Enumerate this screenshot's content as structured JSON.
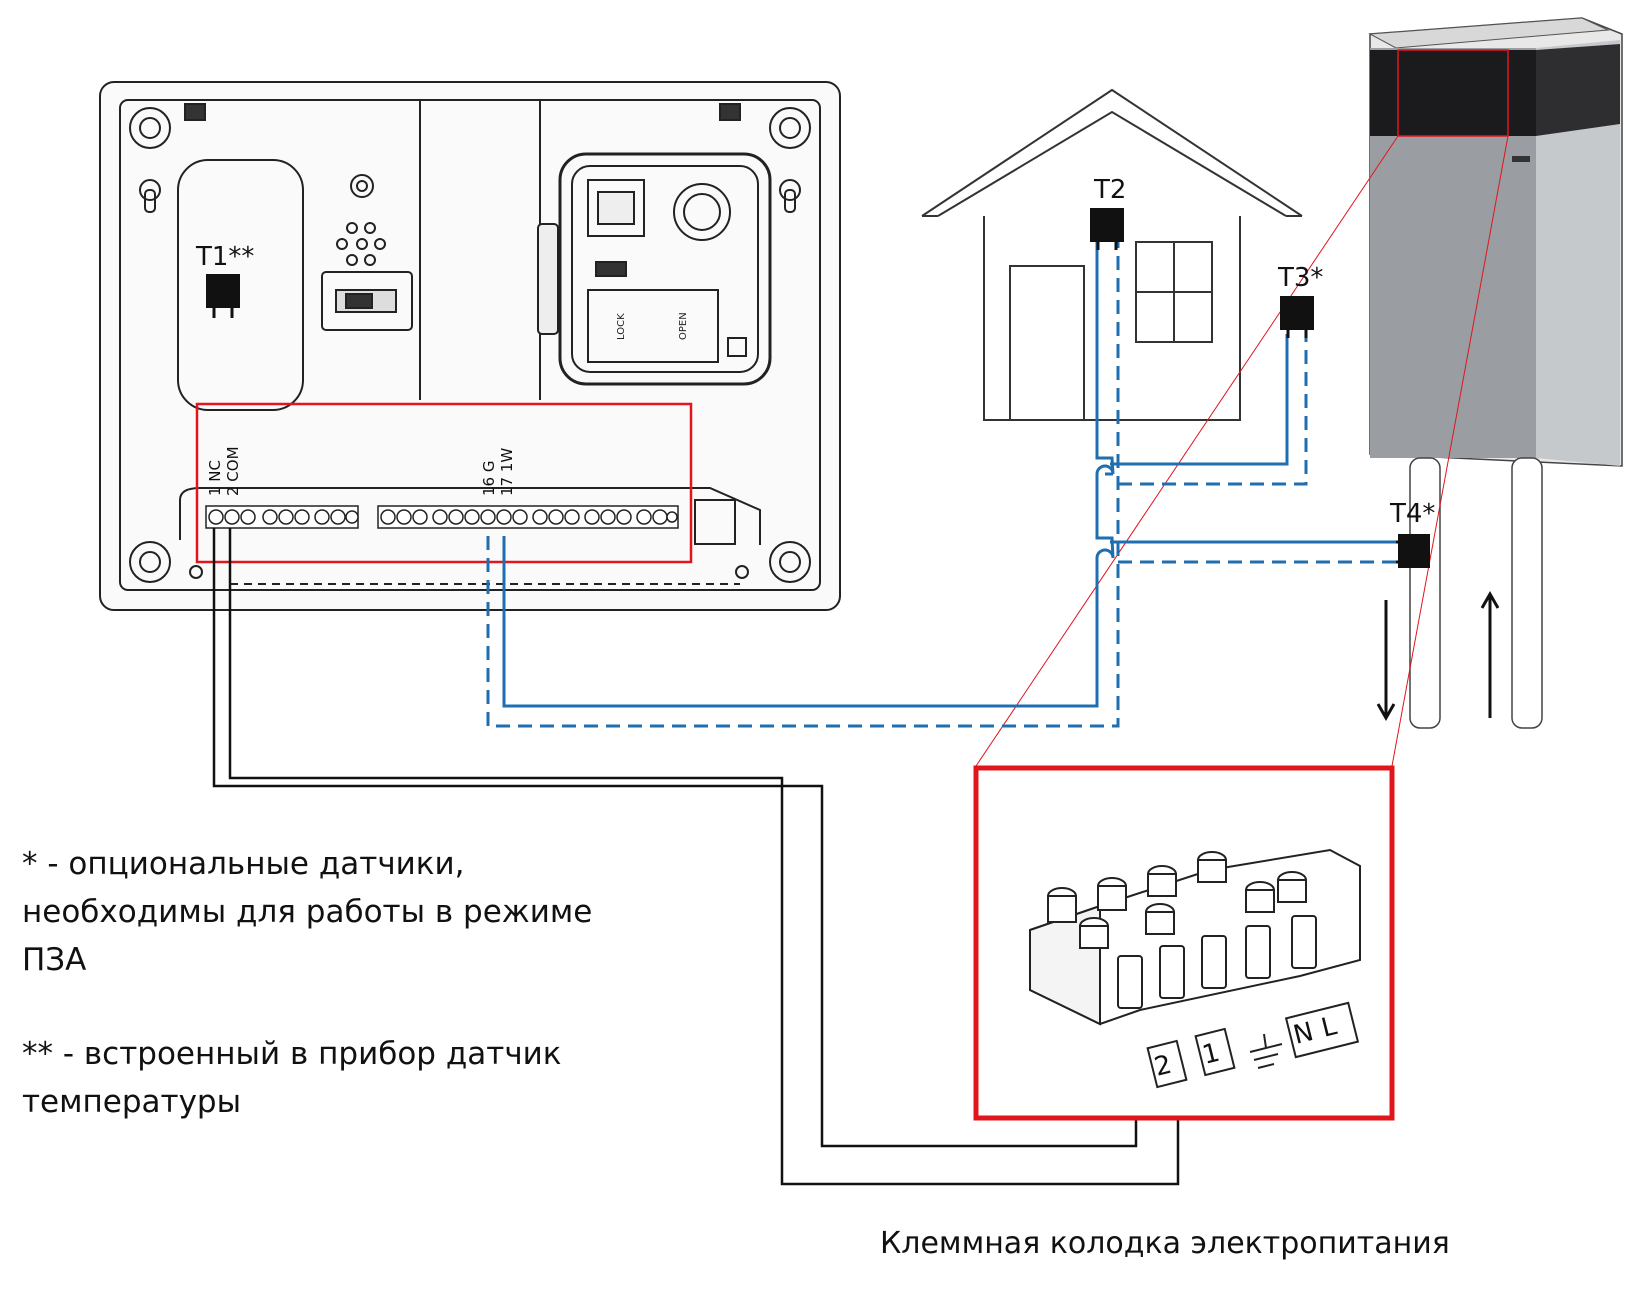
{
  "sensors": {
    "t1": "T1**",
    "t2": "T2",
    "t3": "T3*",
    "t4": "T4*"
  },
  "terminals": {
    "left_top": "1 NC",
    "left_bottom": "2 COM",
    "right_top": "16 G",
    "right_bottom": "17 1W"
  },
  "device_labels": {
    "lock": "LOCK",
    "open": "OPEN"
  },
  "power_block": {
    "labels": [
      "2",
      "1",
      "N",
      "L"
    ]
  },
  "notes": {
    "optional": "* - опциональные датчики, необходимы для работы в режиме ПЗА",
    "builtin": "** - встроенный в прибор датчик температуры"
  },
  "caption": "Клеммная колодка электропитания",
  "colors": {
    "wire_blue": "#1f6fb0",
    "highlight_red": "#e0161c",
    "device_line": "#222222",
    "boiler_body": "#9a9ea3"
  }
}
